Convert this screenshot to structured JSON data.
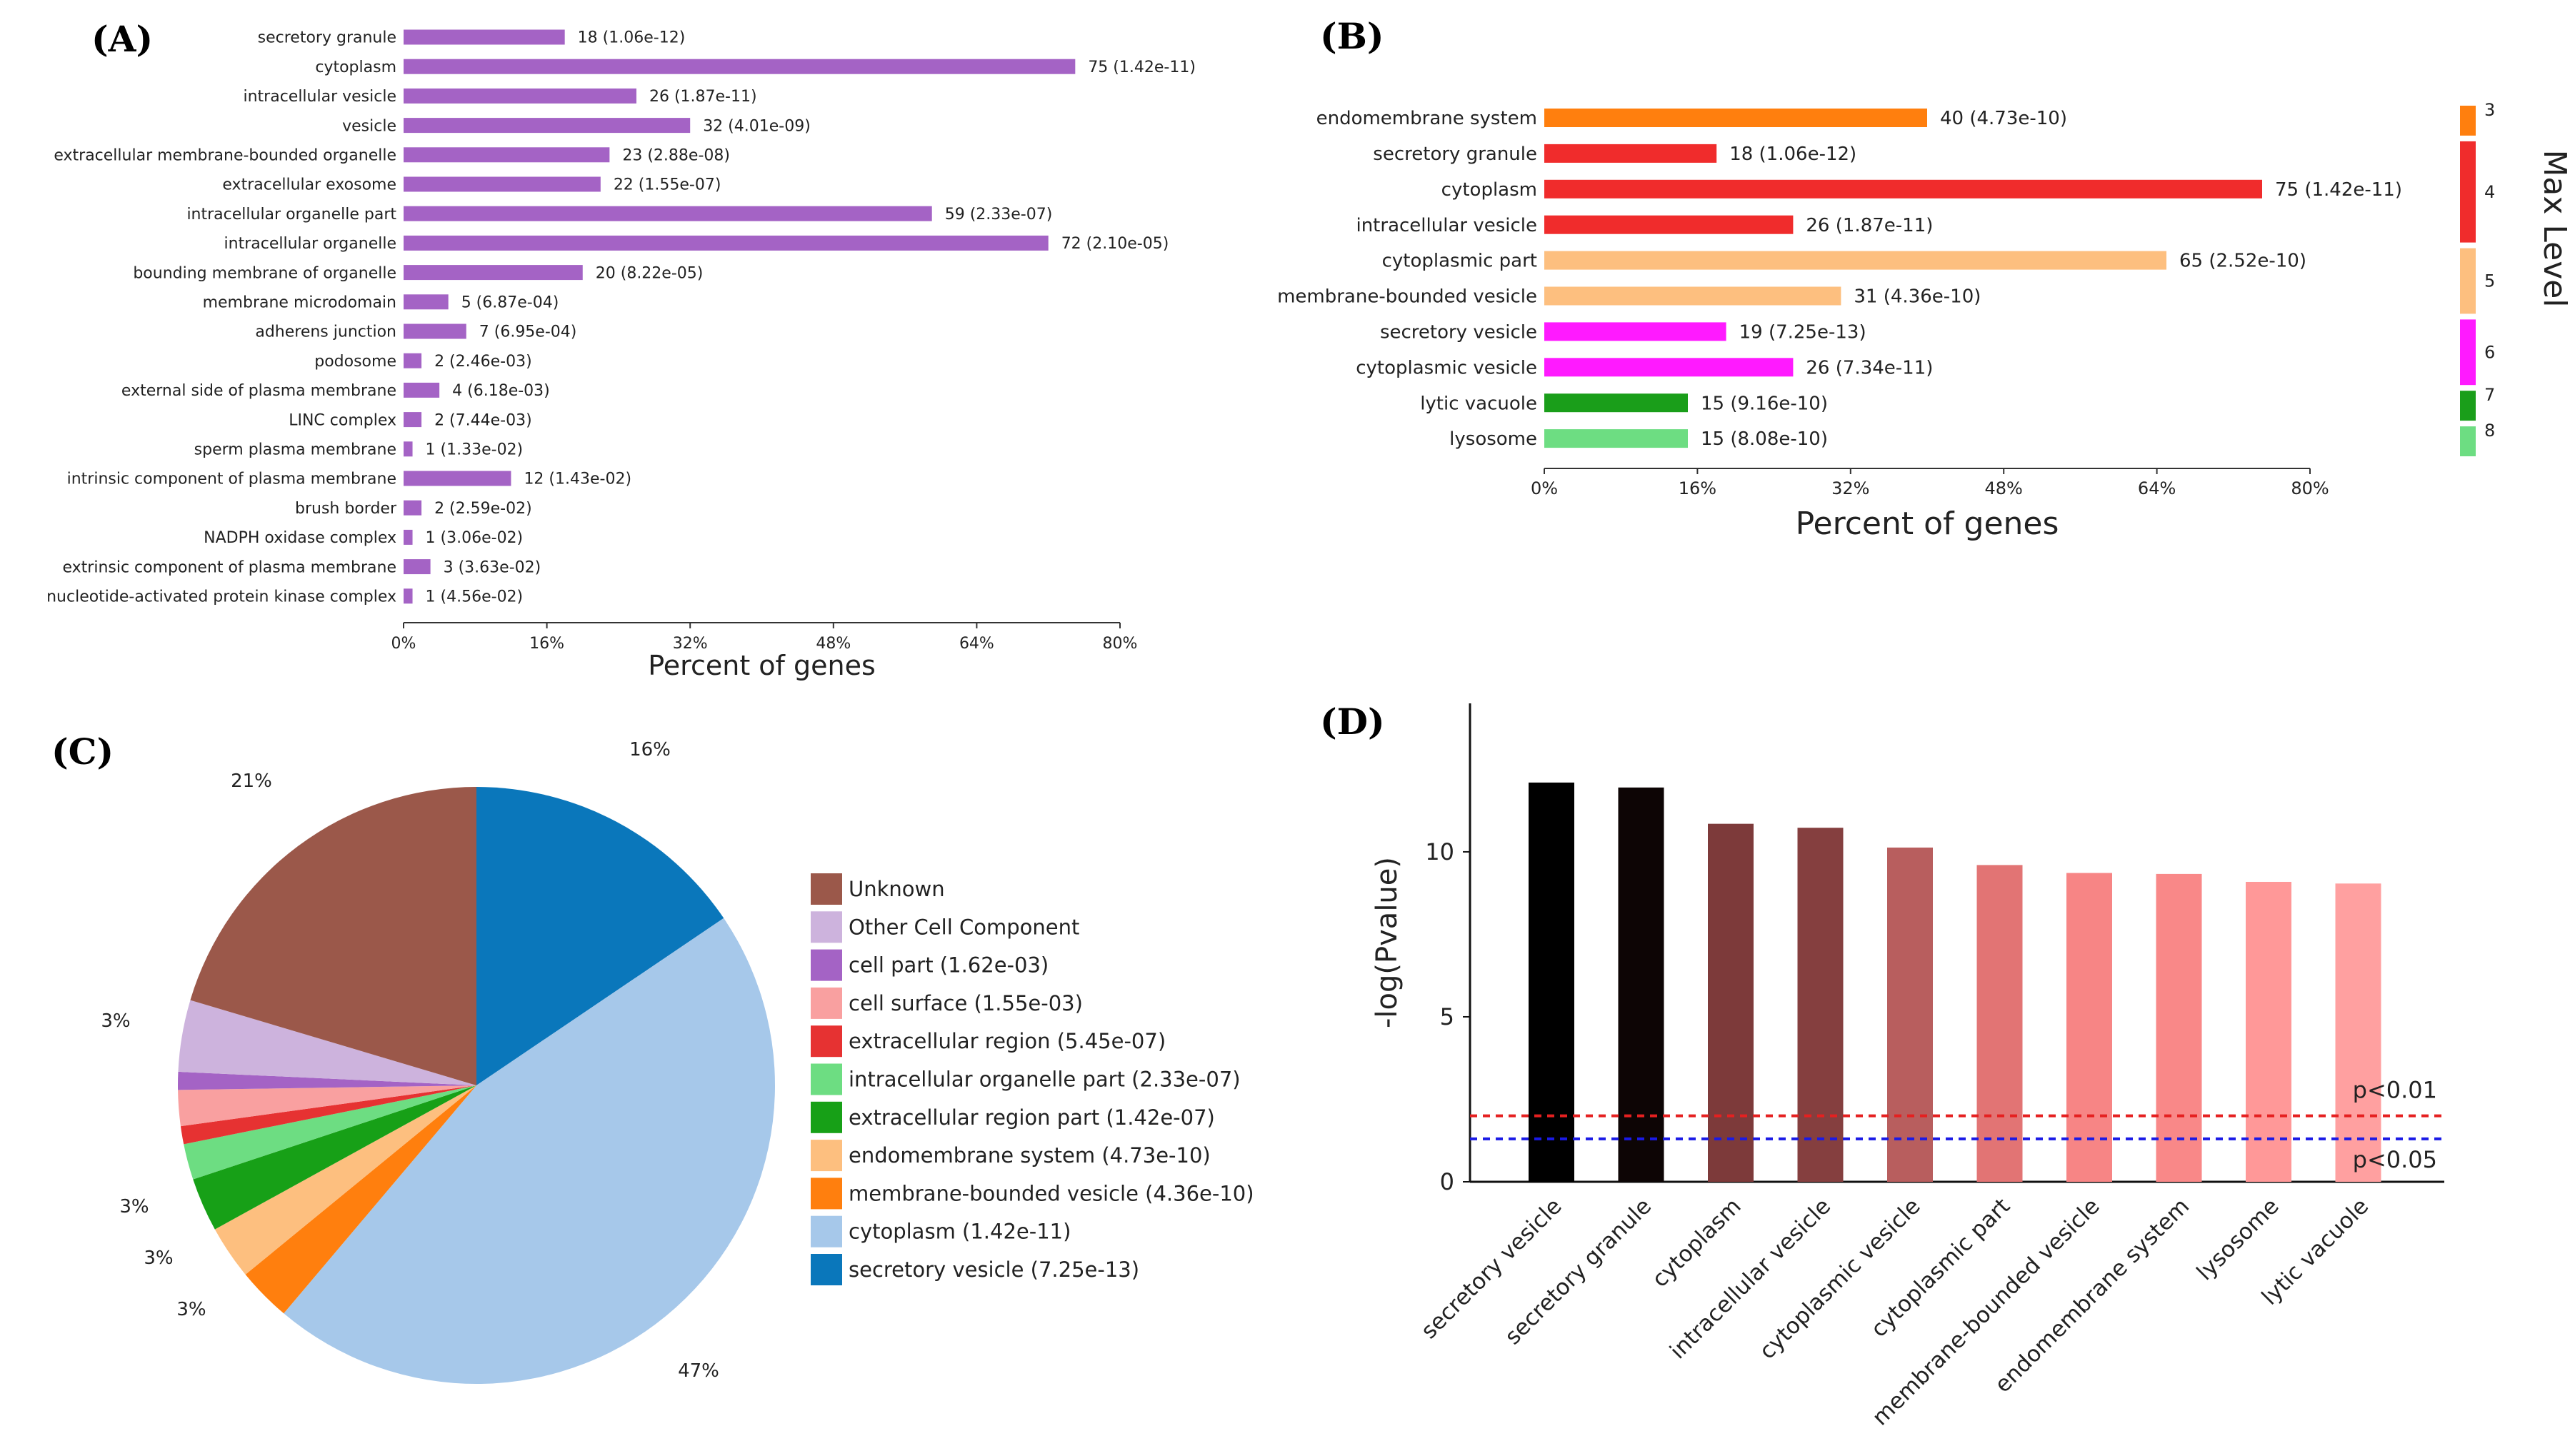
{
  "panels": {
    "a": {
      "letter": "(A)"
    },
    "b": {
      "letter": "(B)"
    },
    "c": {
      "letter": "(C)"
    },
    "d": {
      "letter": "(D)"
    }
  },
  "chart_data": [
    {
      "type": "bar",
      "orientation": "horizontal",
      "xlabel": "Percent of genes",
      "xlim": [
        0,
        80
      ],
      "xticks": [
        "0%",
        "16%",
        "32%",
        "48%",
        "64%",
        "80%"
      ],
      "bar_color": "#a463c5",
      "categories": [
        "secretory granule",
        "cytoplasm",
        "intracellular vesicle",
        "vesicle",
        "extracellular membrane-bounded organelle",
        "extracellular exosome",
        "intracellular organelle part",
        "intracellular organelle",
        "bounding membrane of organelle",
        "membrane microdomain",
        "adherens junction",
        "podosome",
        "external side of plasma membrane",
        "LINC complex",
        "sperm plasma membrane",
        "intrinsic component of plasma membrane",
        "brush border",
        "NADPH oxidase complex",
        "extrinsic component of plasma membrane",
        "nucleotide-activated protein kinase complex"
      ],
      "values": [
        18,
        75,
        26,
        32,
        23,
        22,
        59,
        72,
        20,
        5,
        7,
        2,
        4,
        2,
        1,
        12,
        2,
        1,
        3,
        1
      ],
      "data_labels": [
        "18 (1.06e-12)",
        "75 (1.42e-11)",
        "26 (1.87e-11)",
        "32 (4.01e-09)",
        "23 (2.88e-08)",
        "22 (1.55e-07)",
        "59 (2.33e-07)",
        "72 (2.10e-05)",
        "20 (8.22e-05)",
        "5 (6.87e-04)",
        "7 (6.95e-04)",
        "2 (2.46e-03)",
        "4 (6.18e-03)",
        "2 (7.44e-03)",
        "1 (1.33e-02)",
        "12 (1.43e-02)",
        "2 (2.59e-02)",
        "1 (3.06e-02)",
        "3 (3.63e-02)",
        "1 (4.56e-02)"
      ]
    },
    {
      "type": "bar",
      "orientation": "horizontal",
      "xlabel": "Percent of genes",
      "xlim": [
        0,
        80
      ],
      "xticks": [
        "0%",
        "16%",
        "32%",
        "48%",
        "64%",
        "80%"
      ],
      "categories": [
        "endomembrane system",
        "secretory granule",
        "cytoplasm",
        "intracellular vesicle",
        "cytoplasmic part",
        "membrane-bounded vesicle",
        "secretory vesicle",
        "cytoplasmic vesicle",
        "lytic vacuole",
        "lysosome"
      ],
      "values": [
        40,
        18,
        75,
        26,
        65,
        31,
        19,
        26,
        15,
        15
      ],
      "data_labels": [
        "40 (4.73e-10)",
        "18 (1.06e-12)",
        "75 (1.42e-11)",
        "26 (1.87e-11)",
        "65 (2.52e-10)",
        "31 (4.36e-10)",
        "19 (7.25e-13)",
        "26 (7.34e-11)",
        "15 (9.16e-10)",
        "15 (8.08e-10)"
      ],
      "max_level": [
        3,
        4,
        4,
        4,
        5,
        5,
        6,
        6,
        7,
        8
      ],
      "legend": {
        "title": "Max Level",
        "levels": [
          "3",
          "4",
          "5",
          "6",
          "7",
          "8"
        ],
        "colors": [
          "#ff7f0e",
          "#f02c2c",
          "#fdbf7f",
          "#ff1aff",
          "#1a9e1a",
          "#6ddd82"
        ],
        "spans": [
          1,
          3,
          2,
          2,
          1,
          1
        ]
      }
    },
    {
      "type": "pie",
      "legend_position": "right",
      "slices": [
        {
          "label": "secretory vesicle (7.25e-13)",
          "value": 16,
          "color": "#0a77bb"
        },
        {
          "label": "cytoplasm (1.42e-11)",
          "value": 47,
          "color": "#a6c8ea"
        },
        {
          "label": "membrane-bounded vesicle (4.36e-10)",
          "value": 3,
          "color": "#ff7f0e"
        },
        {
          "label": "endomembrane system (4.73e-10)",
          "value": 3,
          "color": "#fdbf7f"
        },
        {
          "label": "extracellular region part (1.42e-07)",
          "value": 3,
          "color": "#17a017"
        },
        {
          "label": "intracellular organelle part (2.33e-07)",
          "value": 2,
          "color": "#6ddd82"
        },
        {
          "label": "extracellular region (5.45e-07)",
          "value": 1,
          "color": "#e63232"
        },
        {
          "label": "cell surface (1.55e-03)",
          "value": 2,
          "color": "#f9a0a0"
        },
        {
          "label": "cell part (1.62e-03)",
          "value": 1,
          "color": "#a463c5"
        },
        {
          "label": "Other Cell Component",
          "value": 4,
          "color": "#cdb3dd"
        },
        {
          "label": "Unknown",
          "value": 21,
          "color": "#9b584a"
        }
      ],
      "percent_labels": [
        "16%",
        "21%",
        "3%",
        "3%",
        "3%",
        "3%",
        "47%"
      ],
      "legend_order": [
        "Unknown",
        "Other Cell Component",
        "cell part (1.62e-03)",
        "cell surface (1.55e-03)",
        "extracellular region (5.45e-07)",
        "intracellular organelle part (2.33e-07)",
        "extracellular region part (1.42e-07)",
        "endomembrane system (4.73e-10)",
        "membrane-bounded vesicle (4.36e-10)",
        "cytoplasm (1.42e-11)",
        "secretory vesicle (7.25e-13)"
      ]
    },
    {
      "type": "bar",
      "orientation": "vertical",
      "ylabel": "-log(Pvalue)",
      "ylim": [
        0,
        14.5
      ],
      "yticks": [
        "0",
        "5",
        "10"
      ],
      "categories": [
        "secretory vesicle",
        "secretory granule",
        "cytoplasm",
        "intracellular vesicle",
        "cytoplasmic vesicle",
        "cytoplasmic part",
        "membrane-bounded vesicle",
        "endomembrane system",
        "lysosome",
        "lytic vacuole"
      ],
      "values": [
        12.1,
        11.95,
        10.85,
        10.73,
        10.13,
        9.6,
        9.36,
        9.33,
        9.09,
        9.04
      ],
      "colors": [
        "#000000",
        "#0d0505",
        "#7d3a3a",
        "#853f3f",
        "#b85e5e",
        "#e27474",
        "#f78585",
        "#f98888",
        "#ff9898",
        "#ffa0a0"
      ],
      "thresholds": [
        {
          "label": "p<0.01",
          "value": 2.0,
          "color": "#e52020"
        },
        {
          "label": "p<0.05",
          "value": 1.3,
          "color": "#1a1ae6"
        }
      ]
    }
  ]
}
